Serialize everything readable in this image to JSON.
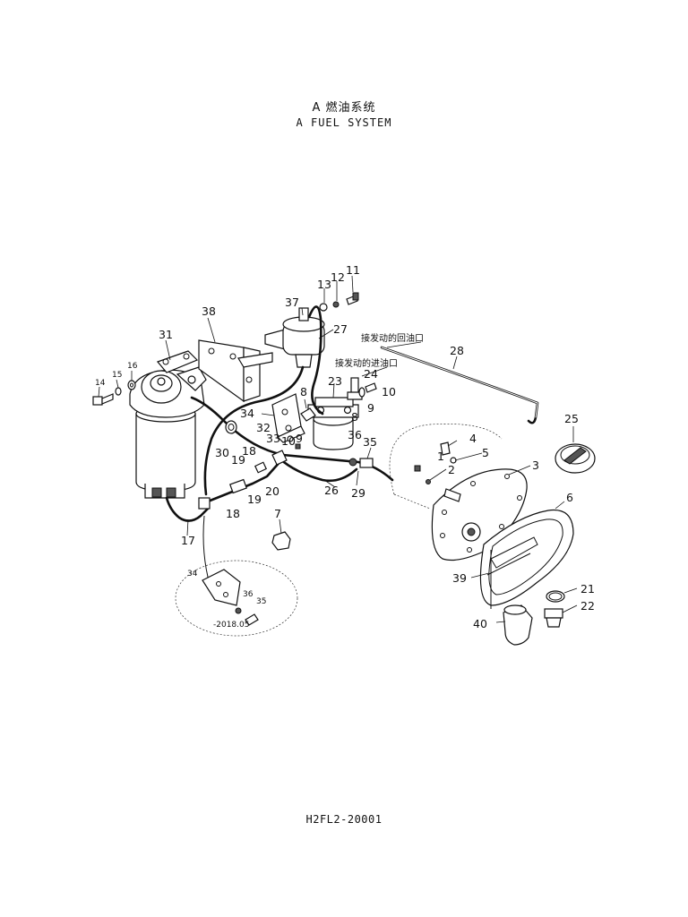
{
  "title": {
    "cn": "A 燃油系统",
    "en": "A FUEL SYSTEM"
  },
  "annotations": {
    "return_port": "接发动的回油口",
    "inlet_port": "接发动的进油口",
    "inset_date": "-2018.05"
  },
  "callouts": {
    "n1": "1",
    "n2": "2",
    "n3": "3",
    "n4": "4",
    "n5": "5",
    "n6": "6",
    "n7": "7",
    "n8a": "8",
    "n8b": "8",
    "n9a": "9",
    "n9b": "9",
    "n10a": "10",
    "n10b": "10",
    "n11": "11",
    "n12": "12",
    "n13": "13",
    "n14": "14",
    "n15": "15",
    "n16": "16",
    "n17": "17",
    "n18a": "18",
    "n18b": "18",
    "n19a": "19",
    "n19b": "19",
    "n20": "20",
    "n21": "21",
    "n22": "22",
    "n23": "23",
    "n24": "24",
    "n25": "25",
    "n26": "26",
    "n27": "27",
    "n28": "28",
    "n29": "29",
    "n30": "30",
    "n31": "31",
    "n32": "32",
    "n33": "33",
    "n34a": "34",
    "n34b": "34",
    "n35a": "35",
    "n35b": "35",
    "n36a": "36",
    "n36b": "36",
    "n37": "37",
    "n38": "38",
    "n39": "39",
    "n40": "40"
  },
  "drawing_number": "H2FL2-20001"
}
